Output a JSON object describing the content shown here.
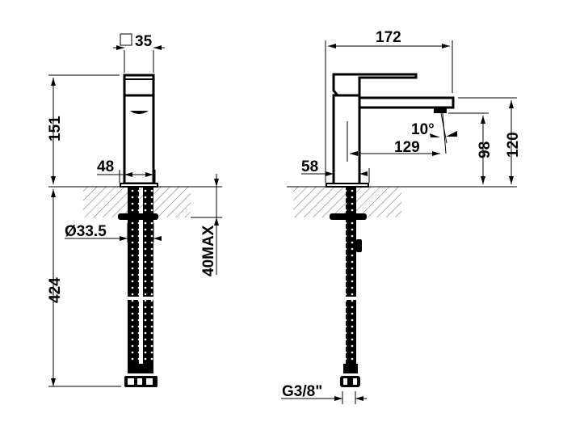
{
  "front_view": {
    "width_label": "35",
    "height_above_label": "151",
    "base_label": "48",
    "hole_label": "Ø33.5",
    "deck_label": "40MAX",
    "hose_label": "424"
  },
  "side_view": {
    "length_label": "172",
    "spout_height_label": "120",
    "outlet_height_label": "98",
    "reach_label": "129",
    "angle_label": "10°",
    "base_label": "58",
    "connection_label": "G3/8\""
  }
}
